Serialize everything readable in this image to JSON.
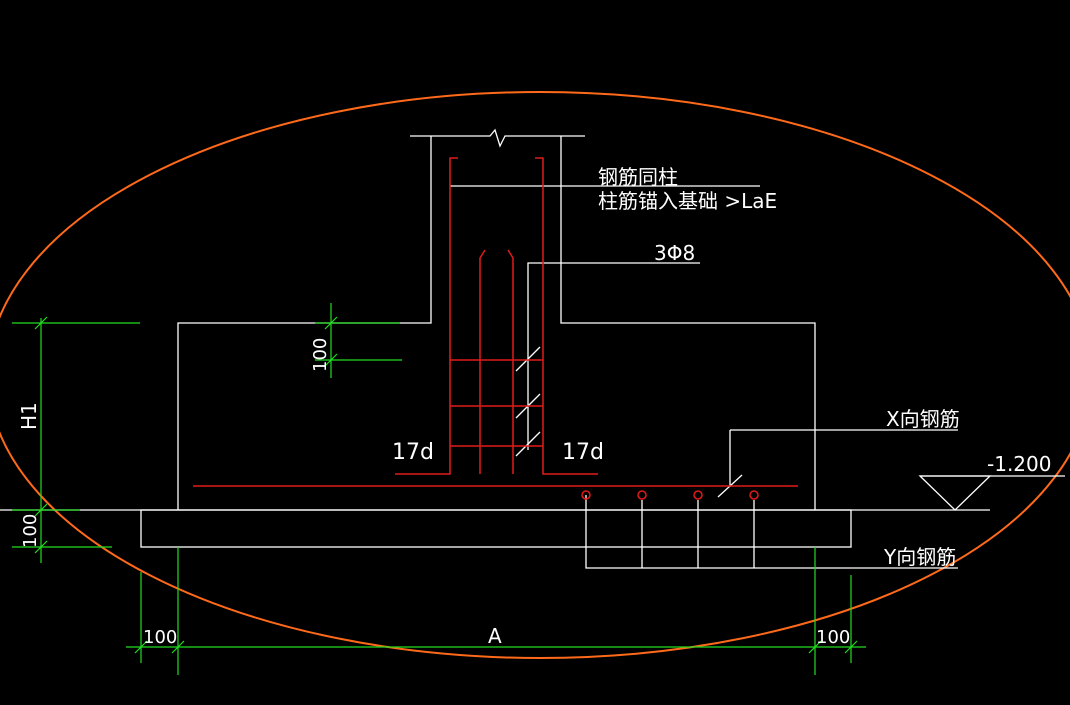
{
  "colors": {
    "background": "#000000",
    "outline": "#ffffff",
    "rebar": "#e11a1a",
    "dimension": "#22dd22",
    "highlight_ellipse": "#ff6a1a"
  },
  "labels": {
    "column_rebar_same_as_column": "钢筋同柱",
    "column_rebar_anchor": "柱筋锚入基础 >LaE",
    "stirrups": "3Φ8",
    "x_rebar": "X向钢筋",
    "y_rebar": "Y向钢筋",
    "elevation": "-1.200",
    "hook_left": "17d",
    "hook_right": "17d"
  },
  "dimensions": {
    "height_h1": "H1",
    "cover_top": "100",
    "bed_thickness": "100",
    "offset_left": "100",
    "offset_right": "100",
    "width_a": "A"
  }
}
